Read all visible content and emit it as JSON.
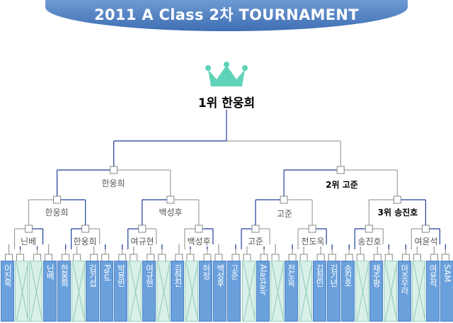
{
  "title": "2011 A Class 2차 TOURNAMENT",
  "champion_label": "1위 한웅희",
  "labels": {
    "semi_left": "한웅희",
    "semi_right": "2위 고준",
    "qf1": "한웅희",
    "qf2": "백성후",
    "qf3": "고준",
    "qf4": "3위 송진호",
    "r16_1": "닌베",
    "r16_2": "한웅희",
    "r16_3": "여규현",
    "r16_4": "백성후",
    "r16_5": "고준",
    "r16_6": "전도욱",
    "r16_7": "송진호",
    "r16_8": "여윤석"
  },
  "slots": [
    {
      "name": "이진욱",
      "bye": false
    },
    {
      "name": "",
      "bye": true
    },
    {
      "name": "",
      "bye": true
    },
    {
      "name": "닌베",
      "bye": false
    },
    {
      "name": "한웅희",
      "bye": false
    },
    {
      "name": "",
      "bye": true
    },
    {
      "name": "김기섭",
      "bye": false
    },
    {
      "name": "Paul",
      "bye": false
    },
    {
      "name": "박용빈",
      "bye": false
    },
    {
      "name": "",
      "bye": true
    },
    {
      "name": "여규현",
      "bye": false
    },
    {
      "name": "",
      "bye": true
    },
    {
      "name": "김현진",
      "bye": false
    },
    {
      "name": "",
      "bye": true
    },
    {
      "name": "허정",
      "bye": false
    },
    {
      "name": "백성후",
      "bye": false
    },
    {
      "name": "고준",
      "bye": false
    },
    {
      "name": "",
      "bye": true
    },
    {
      "name": "Alastair",
      "bye": false
    },
    {
      "name": "",
      "bye": true
    },
    {
      "name": "전도욱",
      "bye": false
    },
    {
      "name": "",
      "bye": true
    },
    {
      "name": "김정민",
      "bye": false
    },
    {
      "name": "김기년",
      "bye": false
    },
    {
      "name": "송진호",
      "bye": false
    },
    {
      "name": "",
      "bye": true
    },
    {
      "name": "채주평",
      "bye": false
    },
    {
      "name": "",
      "bye": true
    },
    {
      "name": "마조우라",
      "bye": false
    },
    {
      "name": "",
      "bye": true
    },
    {
      "name": "여윤석",
      "bye": false
    },
    {
      "name": "SAM",
      "bye": false
    }
  ],
  "colors": {
    "win_line": "#1f3f99",
    "line": "#a0a0a0",
    "crown": "#5fd3b8",
    "banner": "#4f7fc0",
    "player": "#6aa0dc",
    "bye": "#d8f0e8"
  }
}
